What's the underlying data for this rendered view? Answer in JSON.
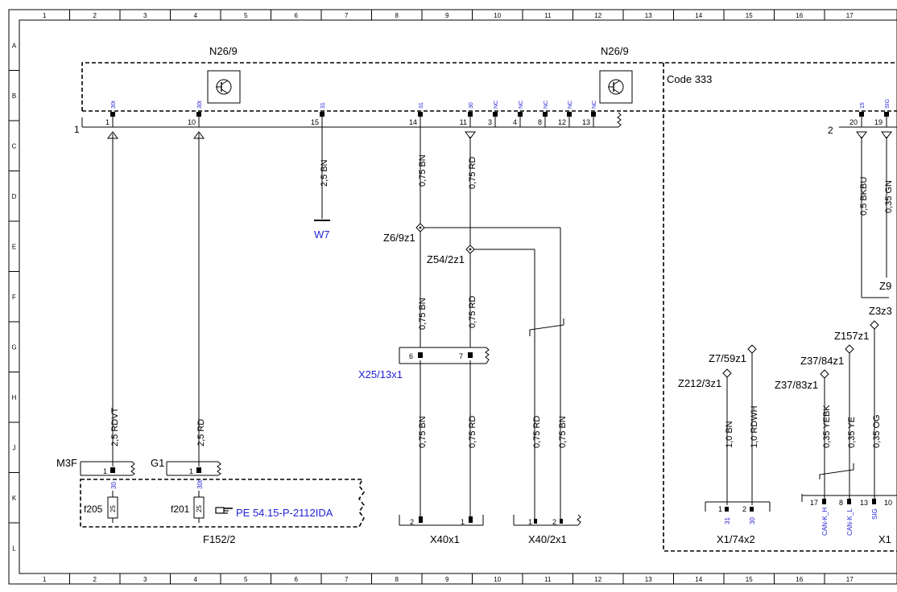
{
  "grid": {
    "columns": [
      "1",
      "2",
      "3",
      "4",
      "5",
      "6",
      "7",
      "8",
      "9",
      "10",
      "11",
      "12",
      "13",
      "14",
      "15",
      "16",
      "17"
    ],
    "rows": [
      "A",
      "B",
      "C",
      "D",
      "E",
      "F",
      "G",
      "H",
      "J",
      "K",
      "L"
    ]
  },
  "components": {
    "n26_left": "N26/9",
    "n26_right": "N26/9",
    "code_box": "Code 333",
    "w7": "W7",
    "z6": "Z6/9z1",
    "z54": "Z54/2z1",
    "x25": "X25/13x1",
    "m3f": "M3F",
    "g1": "G1",
    "f205": "f205",
    "f201": "f201",
    "pe_ref": "PE 54.15-P-2112IDA",
    "f152": "F152/2",
    "x40x1": "X40x1",
    "x40_2x1": "X40/2x1",
    "z7": "Z7/59z1",
    "z212": "Z212/3z1",
    "x1_74": "X1/74x2",
    "z157": "Z157z1",
    "z37_84": "Z37/84z1",
    "z37_83": "Z37/83z1",
    "z3": "Z3z3",
    "z9": "Z9",
    "x1_partial": "X1"
  },
  "connector_labels": {
    "c1": "1",
    "c2": "2"
  },
  "pins_top": [
    {
      "num": "1",
      "sig": "30t"
    },
    {
      "num": "10",
      "sig": "30t"
    },
    {
      "num": "15",
      "sig": "31"
    },
    {
      "num": "14",
      "sig": "31"
    },
    {
      "num": "11",
      "sig": "30"
    },
    {
      "num": "3",
      "sig": "NC"
    },
    {
      "num": "4",
      "sig": "NC"
    },
    {
      "num": "8",
      "sig": "NC"
    },
    {
      "num": "12",
      "sig": "NC"
    },
    {
      "num": "13",
      "sig": "NC"
    }
  ],
  "pins_right": [
    {
      "num": "20",
      "sig": "15"
    },
    {
      "num": "19",
      "sig": "SIG"
    }
  ],
  "wires": {
    "rdvt": "2,5 RDVT",
    "rd25": "2,5 RD",
    "bn25": "2,5 BN",
    "bn075_a": "0,75 BN",
    "rd075_a": "0,75 RD",
    "bn075_b": "0,75 BN",
    "rd075_b": "0,75 RD",
    "bn075_c": "0,75 BN",
    "rd075_c": "0,75 RD",
    "rd075_d": "0,75 RD",
    "bn075_d": "0,75 BN",
    "bkbu": "0,5 BKBU",
    "gn": "0,35 GN",
    "bn10": "1,0 BN",
    "rdwh": "1,0 RDWH",
    "yebk": "0,35 YEBK",
    "ye": "0,35 YE",
    "og": "0,35 OG"
  },
  "x25_pins": {
    "p1": "6",
    "p2": "7"
  },
  "fuse_box": {
    "m3f_pin": "1",
    "g1_pin": "1",
    "m3f_sig": "30",
    "g1_sig": "30t",
    "f205_val": "25",
    "f201_val": "25"
  },
  "x40x1_pins": {
    "p1": "2",
    "p2": "1"
  },
  "x40_2x1_pins": {
    "p1": "1",
    "p2": "2"
  },
  "x1_74_pins": [
    {
      "num": "1",
      "sig": "31"
    },
    {
      "num": "2",
      "sig": "30"
    }
  ],
  "x1_pins": [
    {
      "num": "17",
      "sig": "CAN-K_H"
    },
    {
      "num": "8",
      "sig": "CAN-K_L"
    },
    {
      "num": "13",
      "sig": "SIG"
    },
    {
      "num": "10",
      "sig": ""
    }
  ]
}
